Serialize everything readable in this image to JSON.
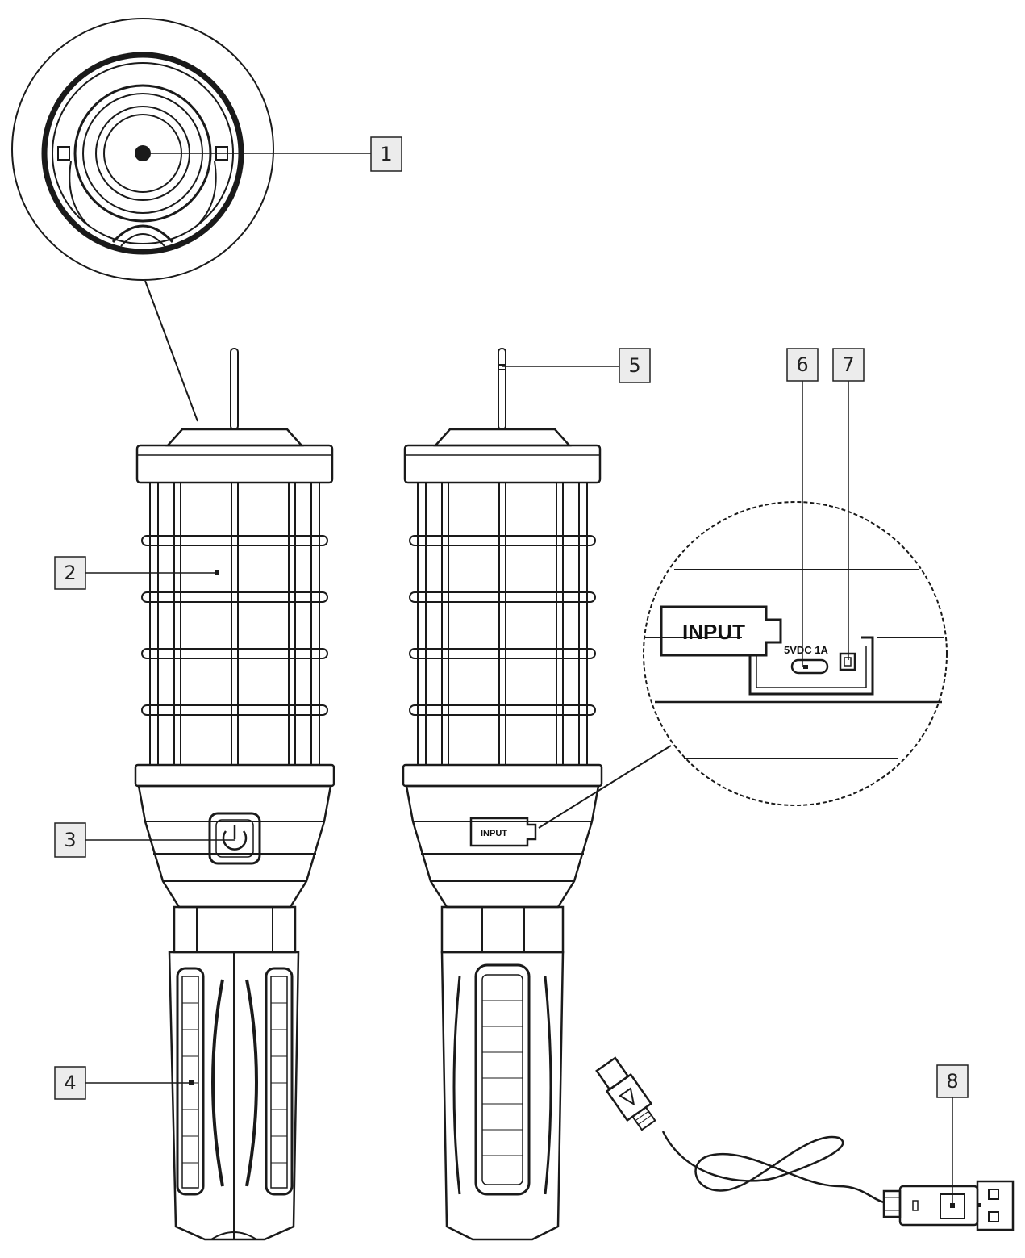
{
  "callouts": [
    {
      "id": "1",
      "label": "1"
    },
    {
      "id": "2",
      "label": "2"
    },
    {
      "id": "3",
      "label": "3"
    },
    {
      "id": "4",
      "label": "4"
    },
    {
      "id": "5",
      "label": "5"
    },
    {
      "id": "6",
      "label": "6"
    },
    {
      "id": "7",
      "label": "7"
    },
    {
      "id": "8",
      "label": "8"
    }
  ],
  "port_label": "INPUT",
  "port_label_small": "INPUT",
  "port_rating": "5VDC 1A",
  "colors": {
    "line": "#1a1a1a",
    "callout_fill": "#ececec",
    "background": "#ffffff"
  }
}
